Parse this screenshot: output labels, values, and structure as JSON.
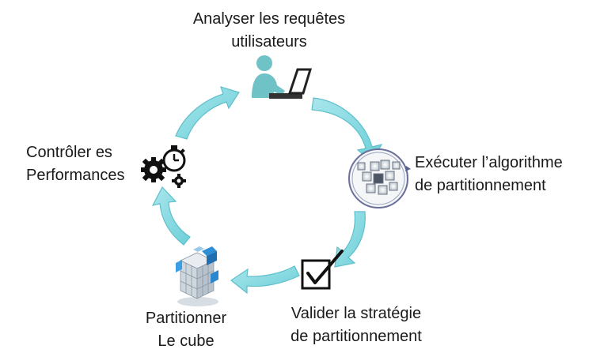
{
  "diagram": {
    "accent_color": "#7fd3dc",
    "arrow_outline": "#5fbfcb",
    "icon_color": "#222222",
    "user_icon_color": "#6fc3c6",
    "steps": [
      {
        "id": "analyse",
        "icon": "user-laptop-icon",
        "lines": [
          "Analyser les requêtes",
          "utilisateurs"
        ]
      },
      {
        "id": "execute",
        "icon": "cube-grid-icon",
        "lines": [
          "Exécuter l’algorithme",
          "de partitionnement"
        ]
      },
      {
        "id": "validate",
        "icon": "checkbox-icon",
        "lines": [
          "Valider la stratégie",
          "de partitionnement"
        ]
      },
      {
        "id": "partition",
        "icon": "cube-icon",
        "lines": [
          "Partitionner",
          "Le cube"
        ]
      },
      {
        "id": "control",
        "icon": "gears-stopwatch-icon",
        "lines": [
          "Contrôler es",
          "Performances"
        ]
      }
    ]
  }
}
